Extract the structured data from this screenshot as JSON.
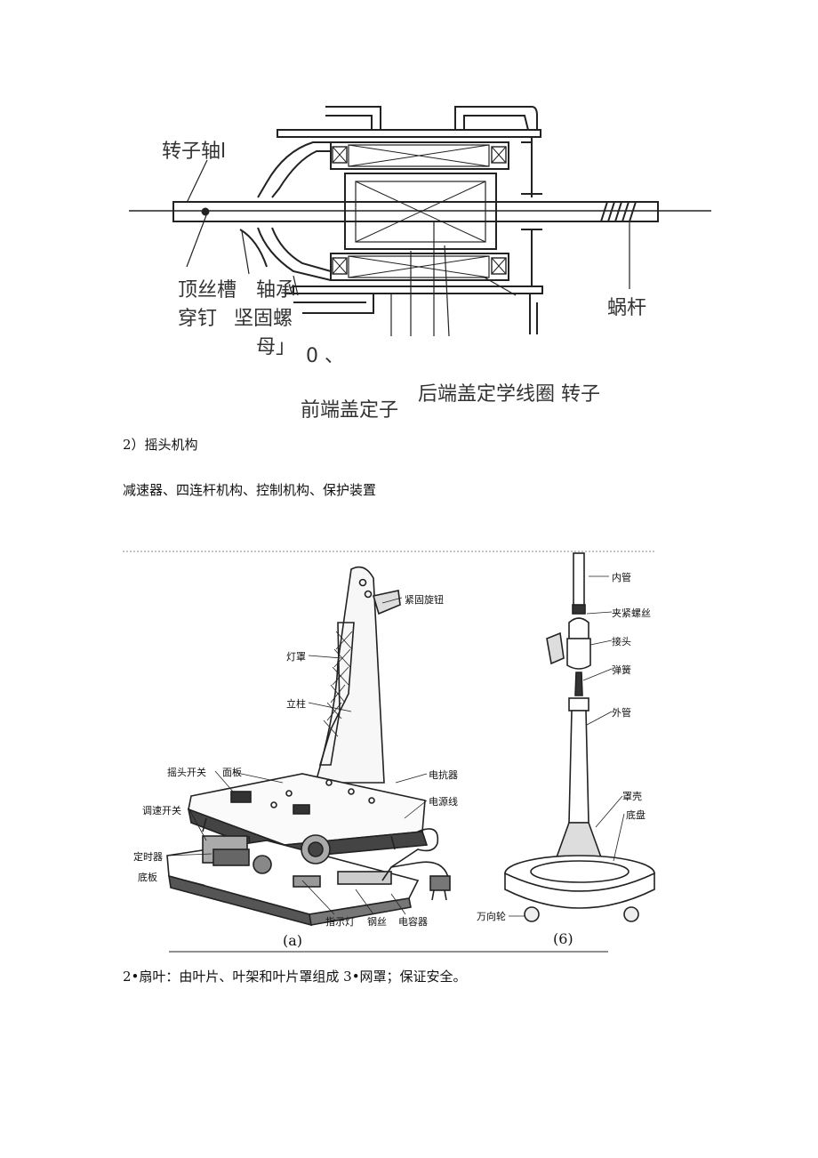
{
  "motor_diagram": {
    "labels": {
      "rotor_shaft": "转子轴l",
      "top_wire_slot": "顶丝槽",
      "bearing": "轴承",
      "through_nail": "穿钉",
      "lock_nut_a": "坚固螺",
      "lock_nut_b": "母」",
      "zero_mark": "0 、",
      "worm": "蜗杆",
      "front_cover_stator": "前端盖定子",
      "rear_cover_coil_rotor": "后端盖定学线圈 转子"
    }
  },
  "text": {
    "section_heading": "2）摇头机构",
    "components_line": "减速器、四连杆机构、控制机构、保护装置",
    "footer_line": "2•扇叶：由叶片、叶架和叶片罩组成  3•网罩；保证安全。"
  },
  "fan_diagram": {
    "left_labels": {
      "tighten_knob": "紧固旋钮",
      "lamp_cover": "灯罩",
      "column": "立柱",
      "oscillation_switch": "摇头开关",
      "panel": "面板",
      "motor": "电抗器",
      "speed_switch": "调速开关",
      "power_cord": "电源线",
      "timer": "定时器",
      "base_plate": "底板",
      "indicator_light": "指示灯",
      "steel_wire": "钢丝",
      "capacitor": "电容器"
    },
    "right_labels": {
      "inner_tube": "内管",
      "clamp_screw": "夹紧螺丝",
      "joint": "接头",
      "spring": "弹簧",
      "outer_tube": "外管",
      "cover_shell": "罩壳",
      "base_disc": "底盘",
      "caster": "万向轮"
    },
    "caption_a": "(a)",
    "caption_b": "(6)"
  }
}
